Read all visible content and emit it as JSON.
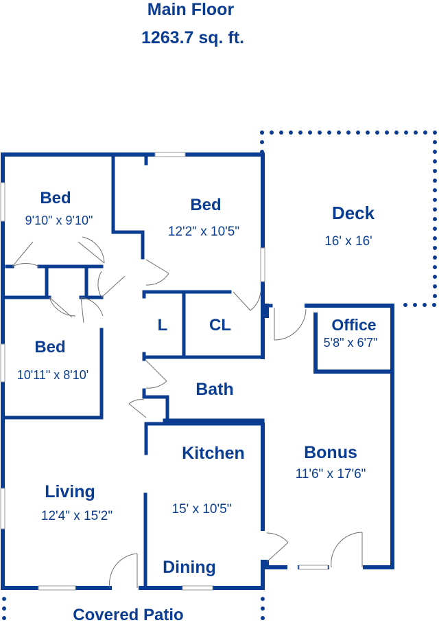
{
  "header": {
    "title": "Main Floor",
    "area": "1263.7 sq. ft."
  },
  "rooms": {
    "bed1": {
      "name": "Bed",
      "dims": "9'10\" x 9'10\""
    },
    "bed2": {
      "name": "Bed",
      "dims": "12'2\" x 10'5\""
    },
    "bed3": {
      "name": "Bed",
      "dims": "10'11\" x 8'10'"
    },
    "deck": {
      "name": "Deck",
      "dims": "16' x 16'"
    },
    "office": {
      "name": "Office",
      "dims": "5'8\" x 6'7\""
    },
    "linen": {
      "name": "L"
    },
    "closet": {
      "name": "CL"
    },
    "bath": {
      "name": "Bath"
    },
    "kitchen": {
      "name": "Kitchen",
      "dims": "15' x 10'5\""
    },
    "bonus": {
      "name": "Bonus",
      "dims": "11'6\" x 17'6\""
    },
    "living": {
      "name": "Living",
      "dims": "12'4\" x 15'2\""
    },
    "dining": {
      "name": "Dining"
    },
    "patio": {
      "name": "Covered Patio"
    }
  },
  "colors": {
    "wall": "#0a3d91",
    "door": "#6e6e6e",
    "window": "#9a9a9a",
    "background": "#ffffff"
  }
}
